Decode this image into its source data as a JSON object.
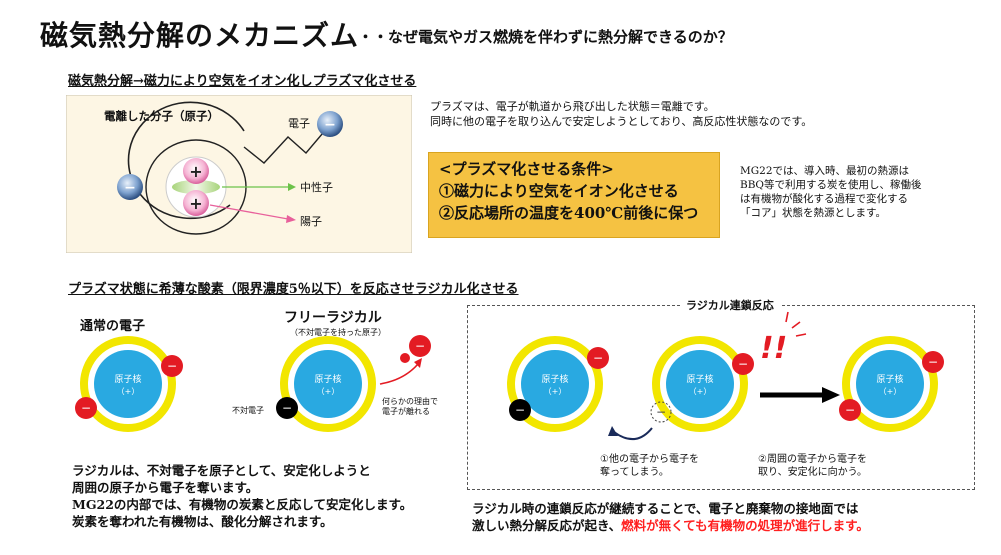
{
  "title": "磁気熱分解のメカニズム",
  "subtitle": "・・なぜ電気やガス燃焼を伴わずに熱分解できるのか？",
  "section1": {
    "heading": "磁気熱分解→磁力により空気をイオン化しプラズマ化させる",
    "diagram": {
      "molecule_label": "電離した分子（原子）",
      "electron_label": "電子",
      "neutron_label": "中性子",
      "proton_label": "陽子",
      "plus": "+",
      "minus": "−"
    },
    "plasma_desc": [
      "プラズマは、電子が軌道から飛び出した状態＝電離です。",
      "同時に他の電子を取り込んで安定しようとしており、高反応性状態なのです。"
    ],
    "condition": {
      "title": "<プラズマ化させる条件>",
      "items": [
        "①磁力により空気をイオン化させる",
        "②反応場所の温度を400℃前後に保つ"
      ]
    },
    "mg22_desc": [
      "MG22では、導入時、最初の熱源は",
      "BBQ等で利用する炭を使用し、稼働後",
      "は有機物が酸化する過程で変化する",
      "「コア」状態を熱源とします。"
    ]
  },
  "section2": {
    "heading": "プラズマ状態に希薄な酸素（限界濃度5％以下）を反応させラジカル化させる",
    "normal_label": "通常の電子",
    "free_radical_label": "フリーラジカル",
    "free_radical_sub": "（不対電子を持った原子）",
    "nucleus_label": "原子核",
    "nucleus_sub": "（+）",
    "unpaired_label": "不対電子",
    "leave_label": [
      "何らかの理由で",
      "電子が離れる"
    ],
    "chain_label": "ラジカル連鎖反応",
    "exclaim": "!!",
    "step1": [
      "①他の電子から電子を",
      "奪ってしまう。"
    ],
    "step2": [
      "②周囲の電子から電子を",
      "取り、安定化に向かう。"
    ],
    "radical_desc": [
      "ラジカルは、不対電子を原子として、安定化しようと",
      "周囲の原子から電子を奪います。",
      "MG22の内部では、有機物の炭素と反応して安定化します。",
      "炭素を奪われた有機物は、酸化分解されます。"
    ],
    "chain_desc_1": "ラジカル時の連鎖反応が継続することで、電子と廃棄物の接地面では",
    "chain_desc_2a": "激しい熱分解反応が起き、",
    "chain_desc_2b": "燃料が無くても有機物の処理が進行します。"
  },
  "colors": {
    "ring": "#f2e600",
    "nucleus": "#29a9e1",
    "electron_red": "#e31b23",
    "unpaired": "#000000",
    "condition_bg": "#f5c242",
    "highlight": "#ff2020",
    "diagram_bg": "#fdf6e4"
  }
}
